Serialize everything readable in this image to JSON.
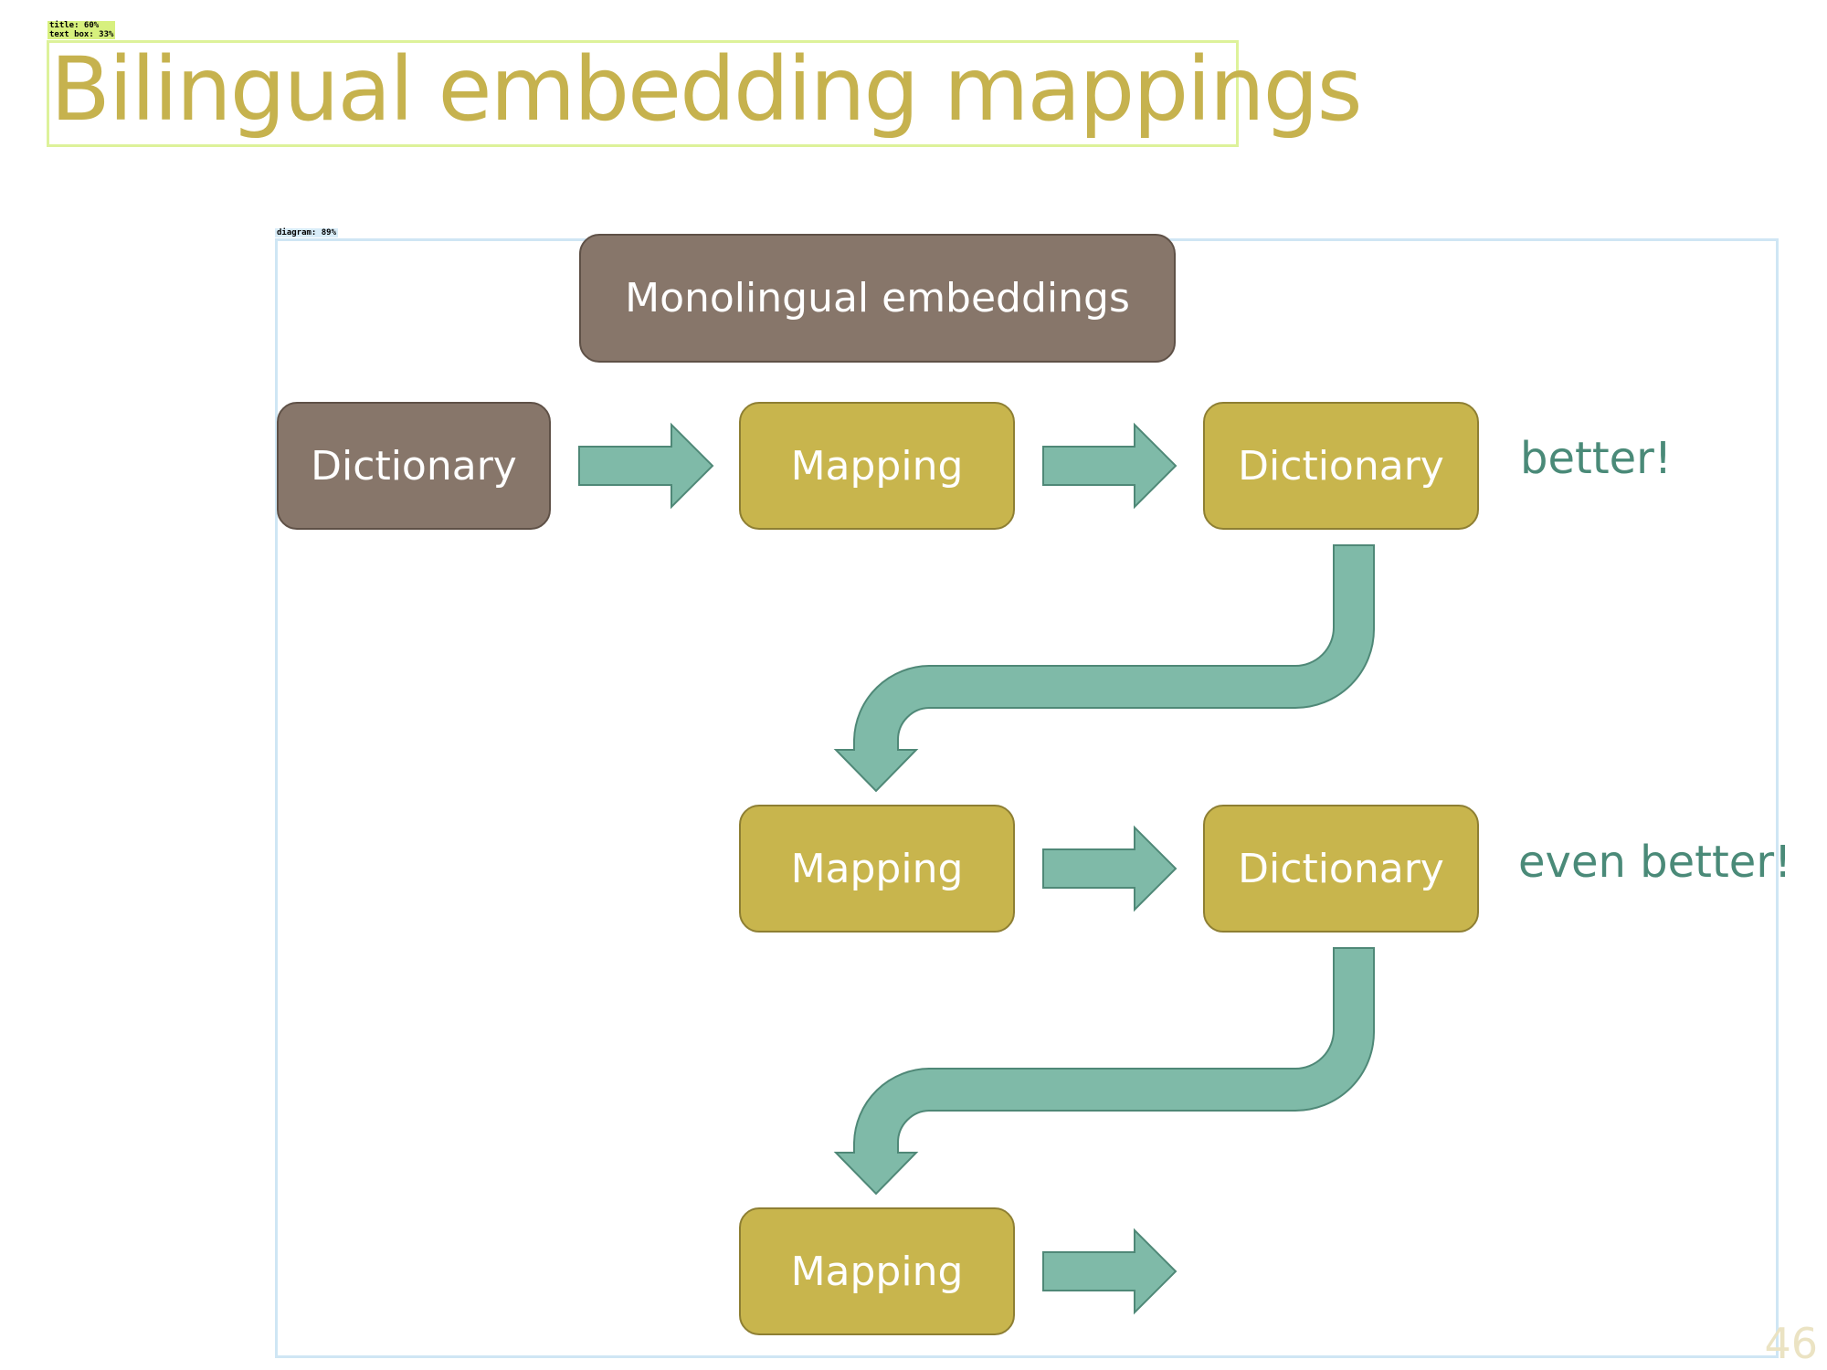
{
  "detections": {
    "title_label": "title: 60%",
    "textbox_label": "text box: 33%",
    "diagram_label": "diagram: 89%"
  },
  "slide": {
    "title": "Bilingual embedding mappings",
    "page_number": "46"
  },
  "diagram": {
    "nodes": {
      "monolingual": "Monolingual embeddings",
      "dictionary_seed": "Dictionary",
      "mapping_1": "Mapping",
      "dictionary_1": "Dictionary",
      "mapping_2": "Mapping",
      "dictionary_2": "Dictionary",
      "mapping_3": "Mapping"
    },
    "remarks": {
      "after_first": "better!",
      "after_second": "even better!"
    },
    "colors": {
      "brown_fill": "#87766a",
      "gold_fill": "#c8b54d",
      "arrow_fill": "#7fbaa8",
      "arrow_stroke": "#4f8877",
      "remark_text": "#4a8a78",
      "title_text": "#c6b24e"
    }
  }
}
